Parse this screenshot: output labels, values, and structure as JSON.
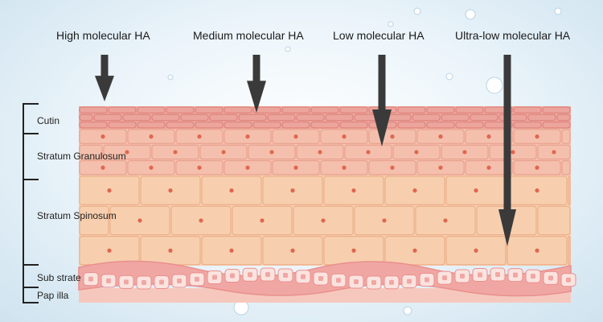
{
  "arrows": [
    {
      "label": "High molecular HA",
      "penetrates": "Cutin"
    },
    {
      "label": "Medium molecular HA",
      "penetrates": "Cutin"
    },
    {
      "label": "Low molecular HA",
      "penetrates": "Stratum Granulosum"
    },
    {
      "label": "Ultra-low molecular HA",
      "penetrates": "Stratum Spinosum"
    }
  ],
  "layers": [
    {
      "label": "Cutin"
    },
    {
      "label": "Stratum Granulosum"
    },
    {
      "label": "Stratum Spinosum"
    },
    {
      "label": "Sub strate"
    },
    {
      "label": "Pap illa"
    }
  ],
  "colors": {
    "cutin": "#eca59c",
    "granulosum": "#f4c0ad",
    "spinosum": "#f7cfae",
    "nucleus": "#e0674f",
    "basal": "#f0a7a3",
    "papilla": "#f6c8bd",
    "arrow": "#3a3a3a"
  }
}
